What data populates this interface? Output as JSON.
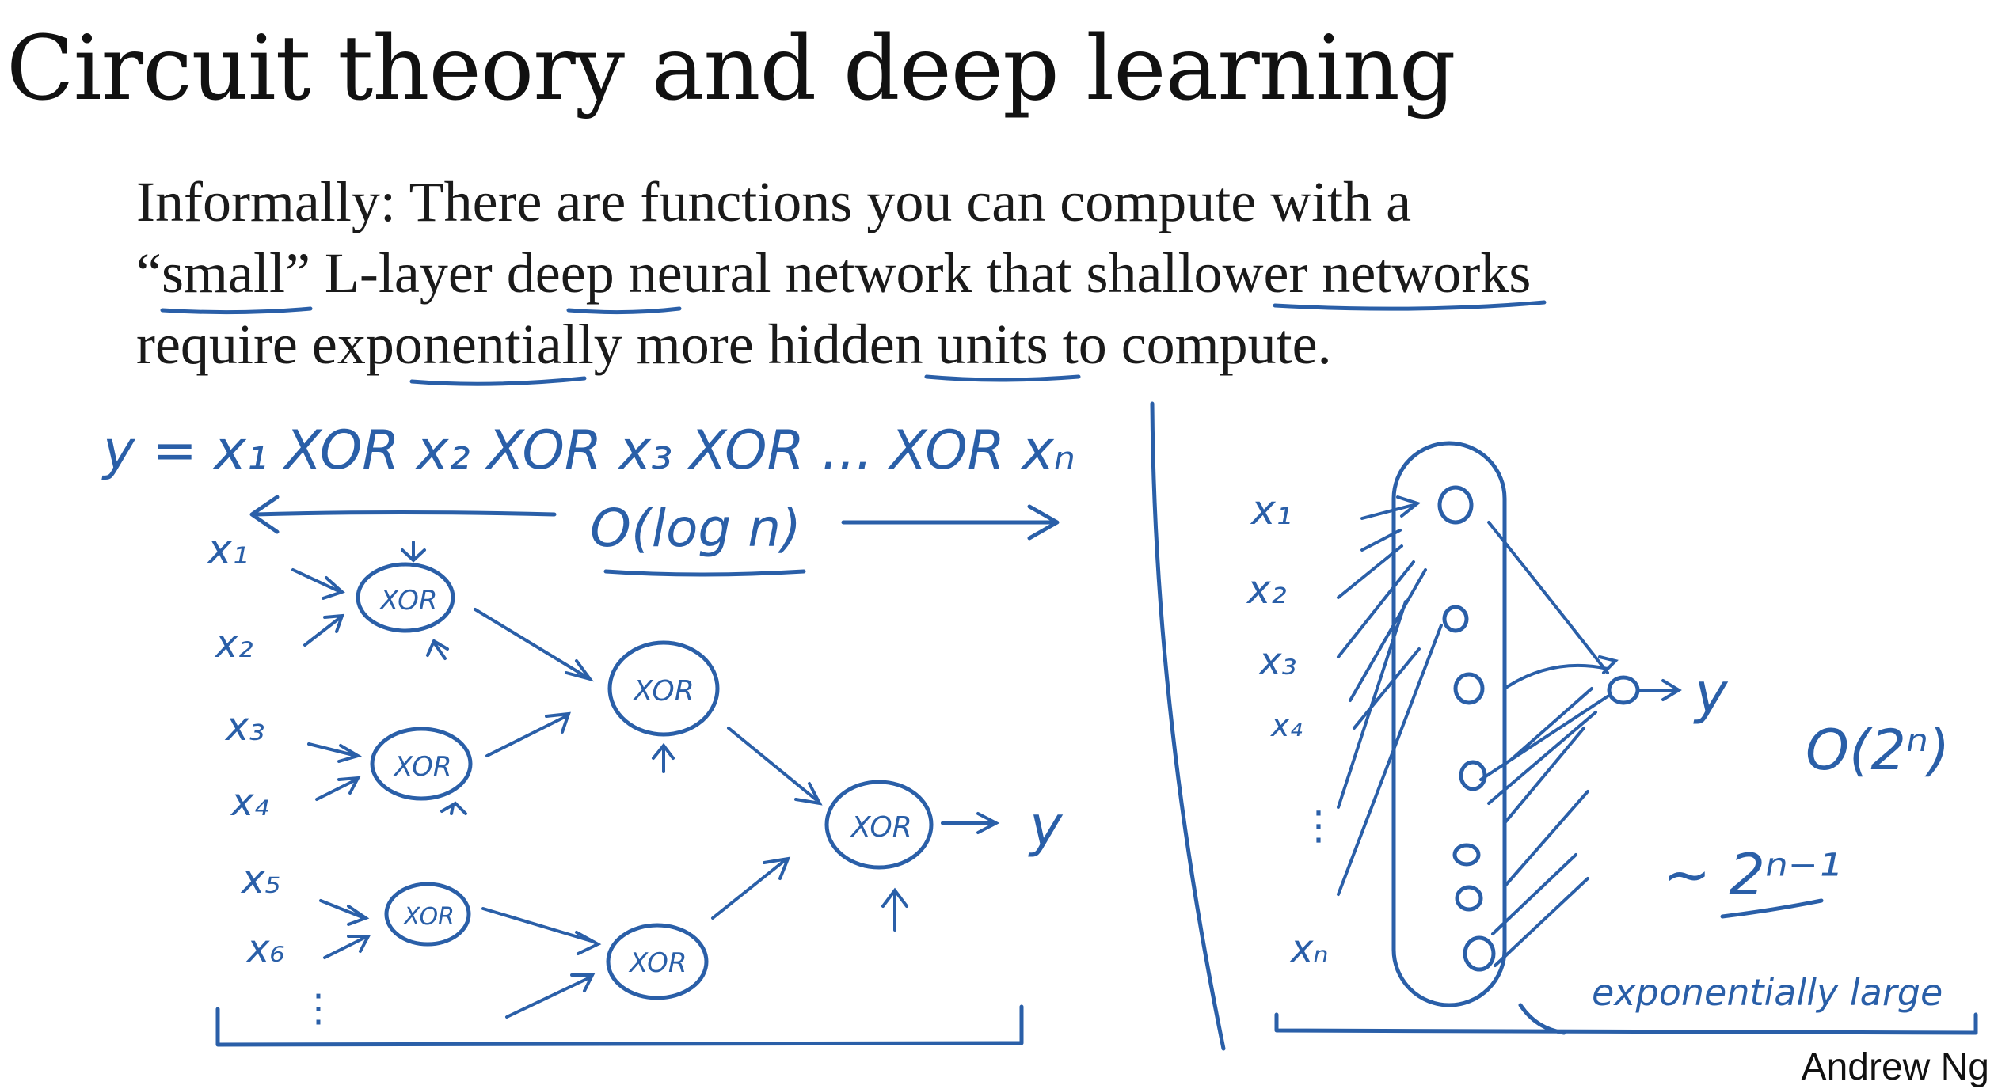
{
  "slide": {
    "title": "Circuit theory and deep learning",
    "body": {
      "line1": "Informally: There are functions you can compute with a",
      "line2_a": "“",
      "line2_small": "small",
      "line2_b": "” L-layer ",
      "line2_deep": "deep",
      "line2_c": " neural network that ",
      "line2_shallower": "shallower",
      "line2_d": " networks",
      "line3_a": "require ",
      "line3_exponentially": "exponentially",
      "line3_b": " more ",
      "line3_hidden": "hidden",
      "line3_c": " units to compute."
    },
    "credit": "Andrew Ng"
  },
  "handwriting": {
    "equation": "y = x₁ XOR x₂ XOR x₃ XOR ... XOR xₙ",
    "depth_label": "O(log n)",
    "inputs_left": [
      "x₁",
      "x₂",
      "x₃",
      "x₄",
      "x₅",
      "x₆",
      "⋮"
    ],
    "xor_node": "XOR",
    "output_left": "y",
    "inputs_right": [
      "x₁",
      "x₂",
      "x₃",
      "x₄",
      "⋮",
      "xₙ"
    ],
    "output_right": "y",
    "width_label": "O(2ⁿ)",
    "approx_label": "~ 2ⁿ⁻¹",
    "brace_label": "exponentially large",
    "ink_color": "#2a5fa8"
  }
}
